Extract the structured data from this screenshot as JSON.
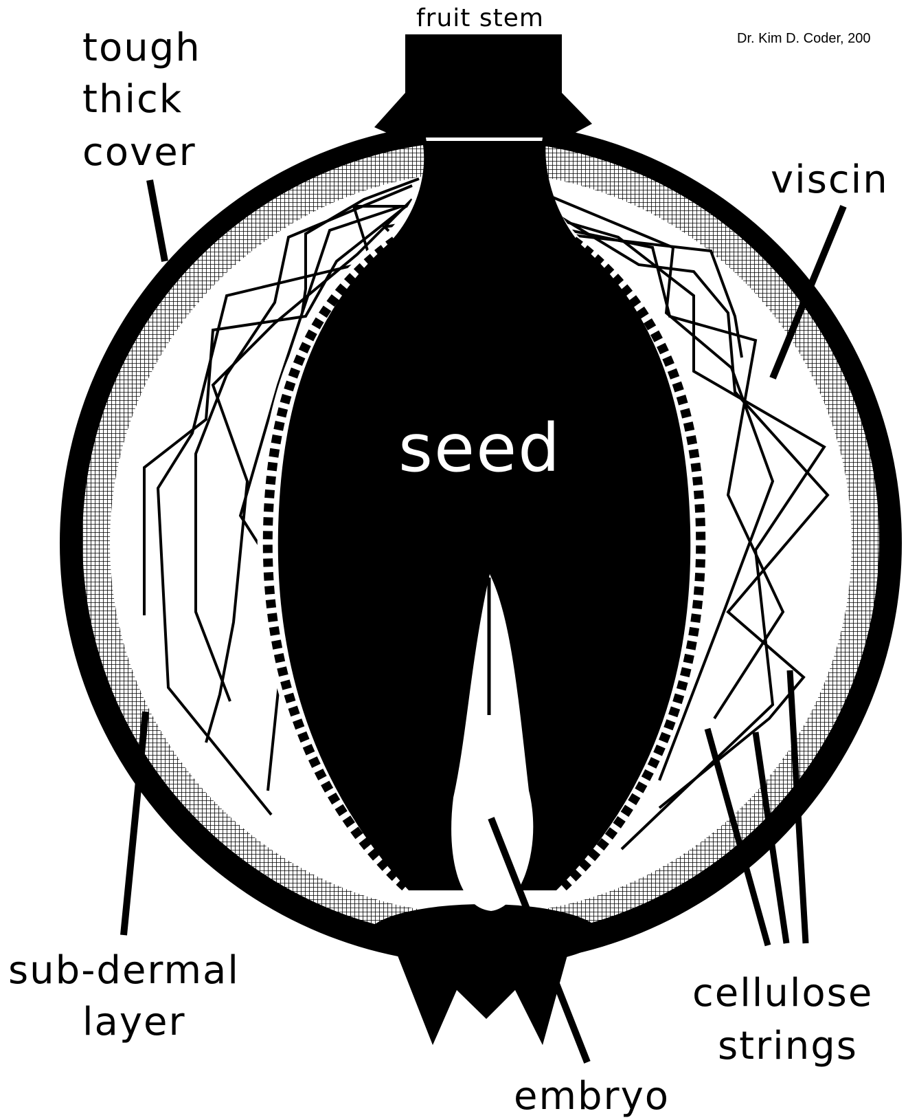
{
  "labels": {
    "fruit_stem": "fruit stem",
    "credit": "Dr.  Kim D. Coder,  200",
    "tough_thick_cover": [
      "tough",
      "thick",
      "cover"
    ],
    "viscin": "viscin",
    "seed": "seed",
    "sub_dermal_layer": [
      "sub-dermal",
      "layer"
    ],
    "cellulose_strings": [
      "cellulose",
      "strings"
    ],
    "embryo": "embryo"
  },
  "colors": {
    "ink": "#000000",
    "paper": "#ffffff",
    "mesh": "#000000"
  }
}
